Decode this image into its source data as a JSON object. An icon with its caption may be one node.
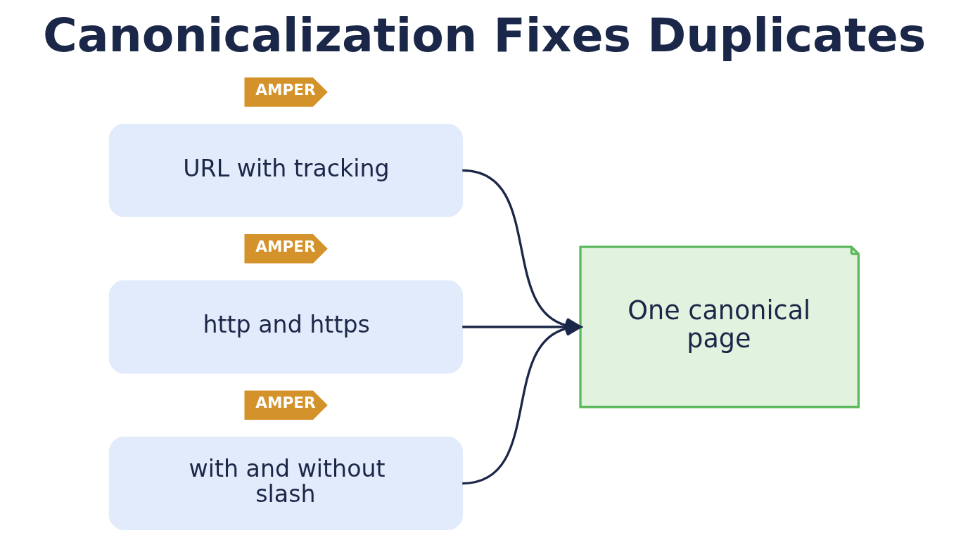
{
  "diagram": {
    "title": "Canonicalization Fixes Duplicates",
    "nodes": [
      {
        "text": [
          "AMPER"
        ]
      },
      {
        "text": [
          "URL with tracking"
        ]
      },
      {
        "text": [
          "AMPER"
        ]
      },
      {
        "text": [
          "http and https"
        ]
      },
      {
        "text": [
          "AMPER"
        ]
      },
      {
        "text": [
          "with and without slash"
        ]
      },
      {
        "text": [
          "One canonical page"
        ]
      }
    ],
    "edges": [
      {
        "from": 1,
        "to": 6,
        "arrow": "to"
      },
      {
        "from": 3,
        "to": 6,
        "arrow": "to"
      },
      {
        "from": 5,
        "to": 6,
        "arrow": "to"
      }
    ]
  }
}
